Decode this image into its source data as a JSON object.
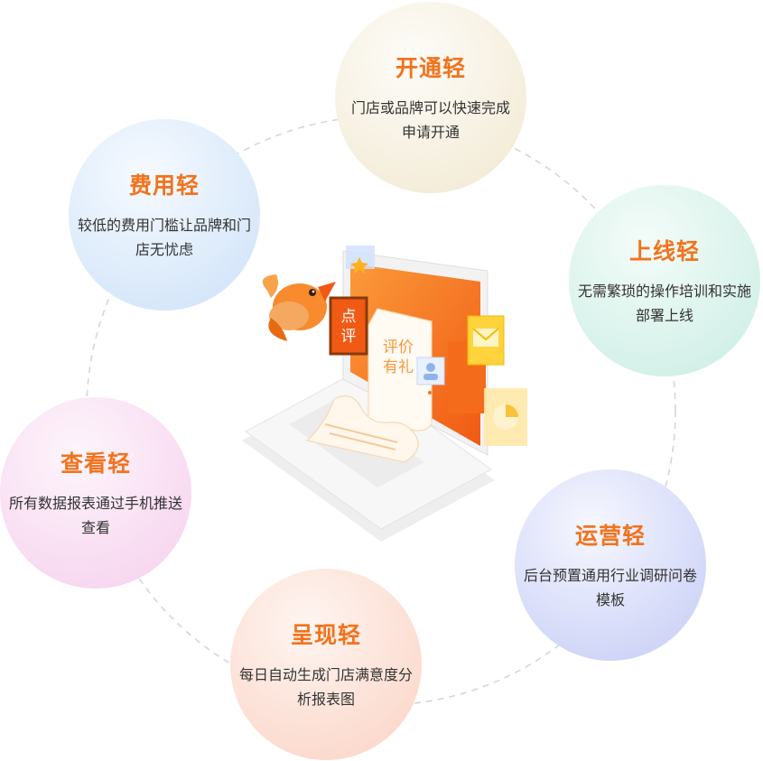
{
  "colors": {
    "accent": "#f2731d",
    "text": "#333333",
    "dash": "#cfcfcf"
  },
  "illustration": {
    "sign_text": "点\n评",
    "paper_text": "评价\n有礼"
  },
  "features": [
    {
      "id": "open",
      "title": "开通轻",
      "desc": "门店或品牌可以快速完成申请开通",
      "bg": "#f6f2e6"
    },
    {
      "id": "online",
      "title": "上线轻",
      "desc": "无需繁琐的操作培训和实施部署上线",
      "bg": "#e2f6f1"
    },
    {
      "id": "operate",
      "title": "运营轻",
      "desc": "后台预置通用行业调研问卷模板",
      "bg": "#e4e7fb"
    },
    {
      "id": "present",
      "title": "呈现轻",
      "desc": "每日自动生成门店满意度分析报表图",
      "bg": "#fde9e3"
    },
    {
      "id": "view",
      "title": "查看轻",
      "desc": "所有数据报表通过手机推送查看",
      "bg": "#fbe8f6"
    },
    {
      "id": "cost",
      "title": "费用轻",
      "desc": "较低的费用门槛让品牌和门店无忧虑",
      "bg": "#e6f0fb"
    }
  ]
}
